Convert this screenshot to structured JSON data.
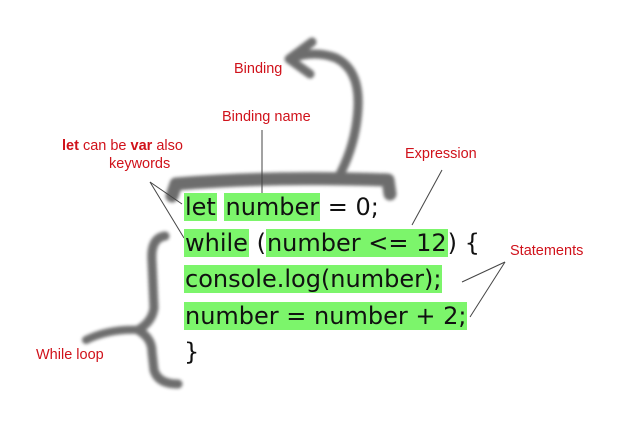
{
  "code": {
    "line1": {
      "kw": "let",
      "name": "number",
      "rest": " = 0;"
    },
    "line2": {
      "kw": "while",
      "open": " (",
      "cond": "number <= 12",
      "close": ") {"
    },
    "line3": {
      "stmt": "console.log(number);"
    },
    "line4": {
      "stmt": "number = number + 2;"
    },
    "line5": {
      "brace": "}"
    }
  },
  "annotations": {
    "binding": "Binding",
    "binding_name": "Binding name",
    "let_note": {
      "let": "let",
      "mid": " can be ",
      "var": "var",
      "end": " also"
    },
    "keywords": "keywords",
    "expression": "Expression",
    "statements": "Statements",
    "while_loop": "While loop"
  },
  "colors": {
    "highlight": "#7cf56b",
    "annotation": "#d0121b",
    "marker": "#5a5a5a"
  }
}
